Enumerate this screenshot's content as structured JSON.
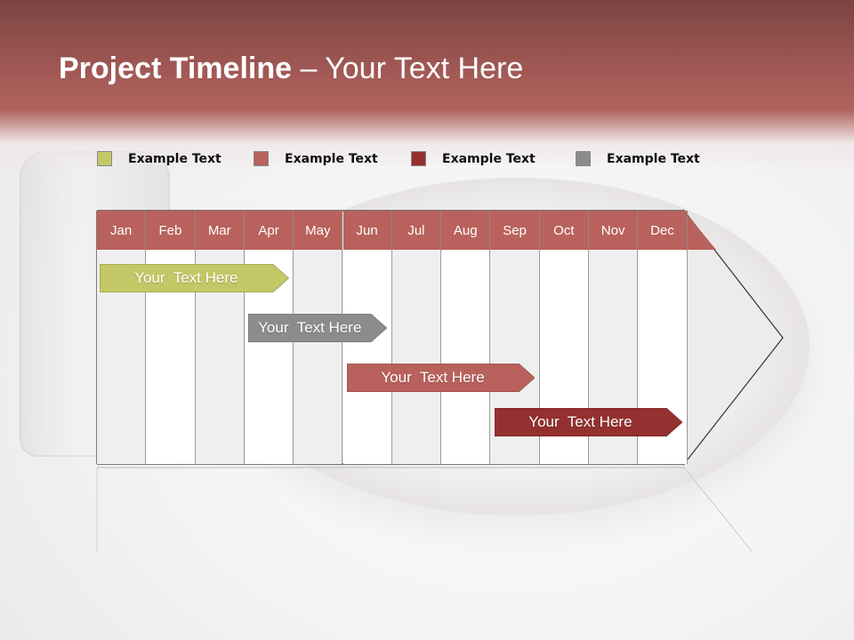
{
  "title": {
    "bold": "Project Timeline",
    "rest": " – Your Text Here"
  },
  "colors": {
    "green": "#c4c766",
    "gray": "#8c8c8c",
    "rose": "#b9615c",
    "crimson": "#94302f"
  },
  "legend": [
    {
      "label": "Example Text",
      "color": "green"
    },
    {
      "label": "Example Text",
      "color": "rose"
    },
    {
      "label": "Example Text",
      "color": "crimson"
    },
    {
      "label": "Example Text",
      "color": "gray"
    }
  ],
  "months": [
    "Jan",
    "Feb",
    "Mar",
    "Apr",
    "May",
    "Jun",
    "Jul",
    "Aug",
    "Sep",
    "Oct",
    "Nov",
    "Dec"
  ],
  "tasks": [
    {
      "label": "Your  Text Here",
      "color": "green",
      "start_month": "Jan",
      "end_month": "Apr"
    },
    {
      "label": "Your  Text Here",
      "color": "gray",
      "start_month": "Apr",
      "end_month": "Jun"
    },
    {
      "label": "Your  Text Here",
      "color": "rose",
      "start_month": "Jun",
      "end_month": "Sep"
    },
    {
      "label": "Your  Text Here",
      "color": "crimson",
      "start_month": "Sep",
      "end_month": "Dec"
    }
  ]
}
